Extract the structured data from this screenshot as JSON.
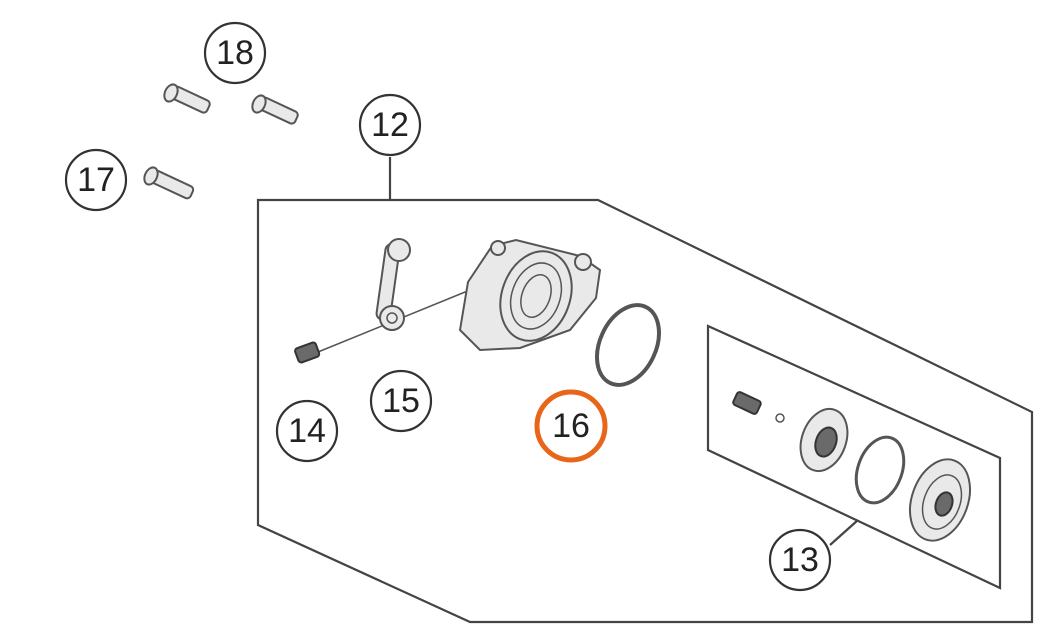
{
  "highlight_color": "#e8651a",
  "callouts": {
    "c12": "12",
    "c13": "13",
    "c14": "14",
    "c15": "15",
    "c16": "16",
    "c17": "17",
    "c18": "18"
  },
  "highlighted_callout": "16"
}
